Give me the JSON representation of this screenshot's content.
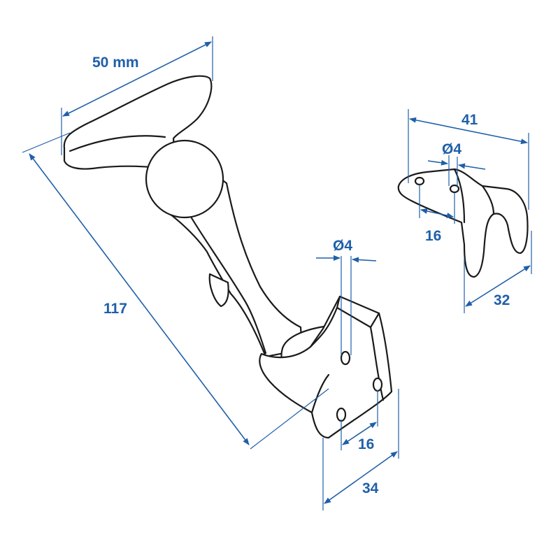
{
  "colors": {
    "dimension": "#1f5fa8",
    "outline": "#1a1a1a",
    "background": "#ffffff"
  },
  "dimensions": {
    "handle_width": "50 mm",
    "total_length": "117",
    "hole_diameter_latch": "Ø4",
    "hole_spacing_latch": "16",
    "base_width_latch": "34",
    "bracket_width": "41",
    "hole_diameter_bracket": "Ø4",
    "hole_spacing_bracket": "16",
    "bracket_depth": "32"
  }
}
